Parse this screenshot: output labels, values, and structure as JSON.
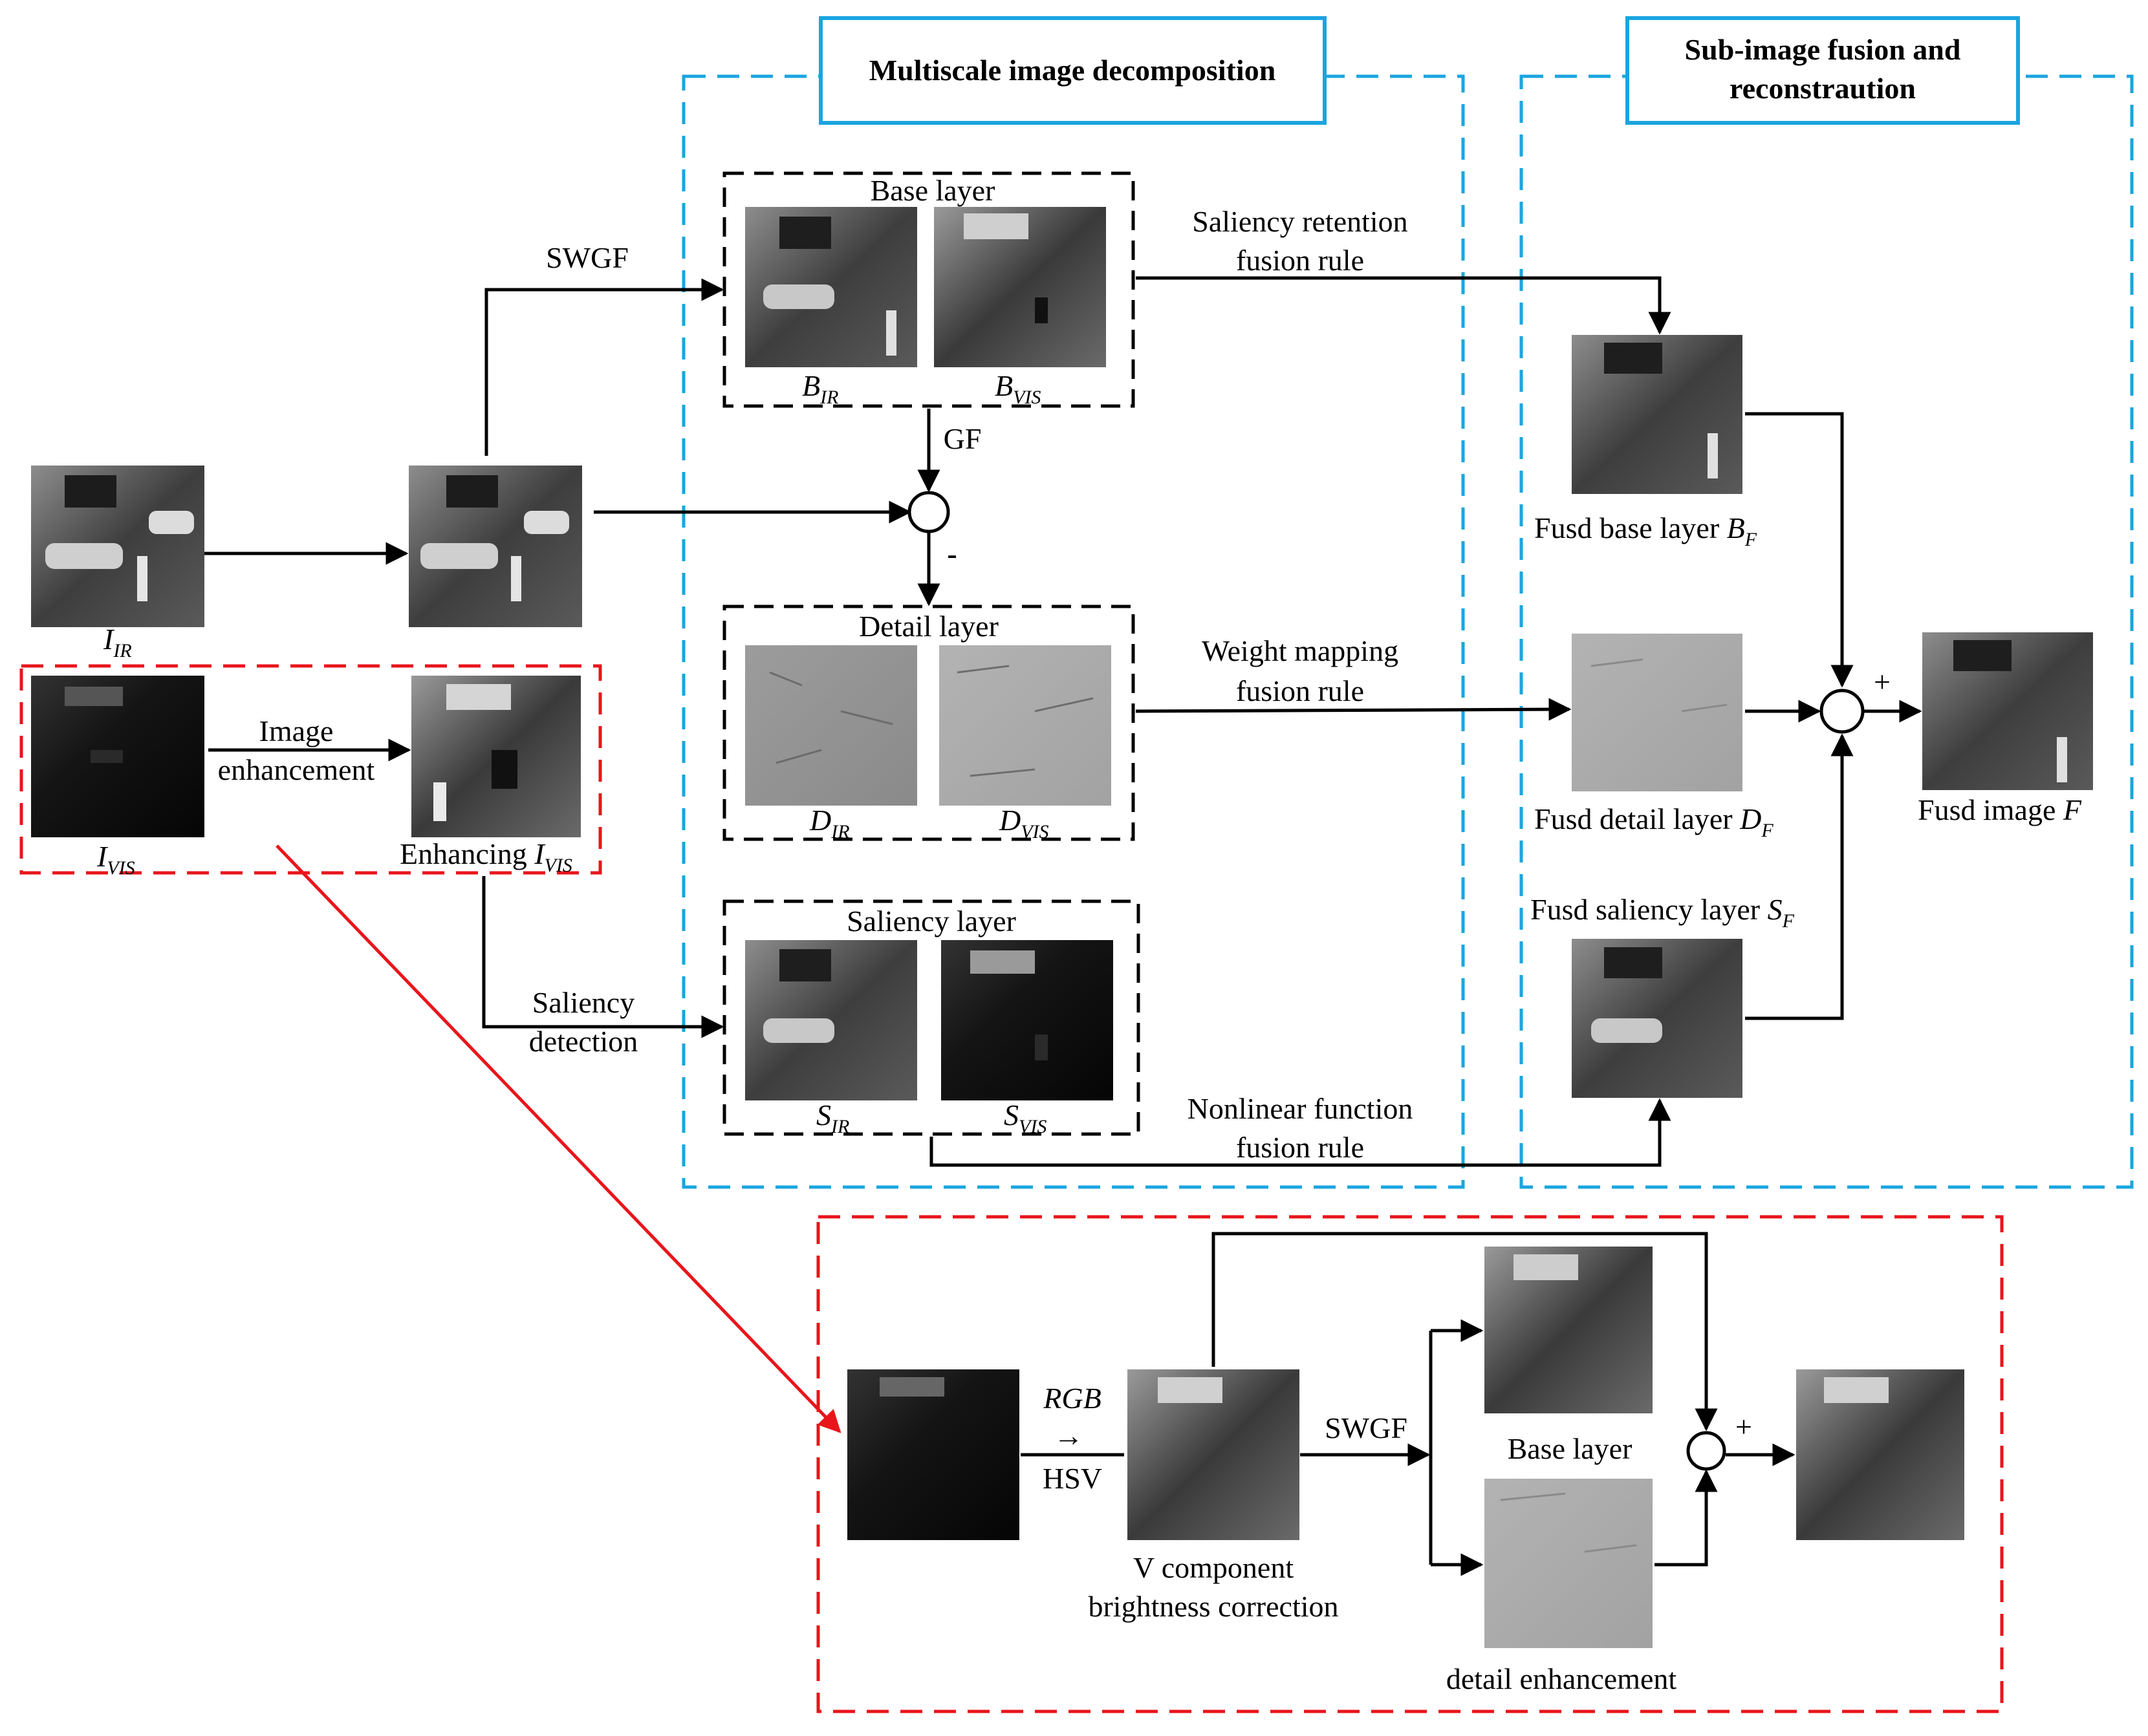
{
  "sections": {
    "decomposition_title": "Multiscale image decomposition",
    "fusion_title_line1": "Sub-image fusion and",
    "fusion_title_line2": "reconstraution"
  },
  "layers": {
    "base": "Base layer",
    "detail": "Detail layer",
    "saliency": "Saliency layer"
  },
  "sublabels": {
    "b_ir": {
      "main": "B",
      "sub": "IR"
    },
    "b_vis": {
      "main": "B",
      "sub": "VIS"
    },
    "d_ir": {
      "main": "D",
      "sub": "IR"
    },
    "d_vis": {
      "main": "D",
      "sub": "VIS"
    },
    "s_ir": {
      "main": "S",
      "sub": "IR"
    },
    "s_vis": {
      "main": "S",
      "sub": "VIS"
    }
  },
  "inputs": {
    "ir": {
      "main": "I",
      "sub": "IR"
    },
    "vis": {
      "main": "I",
      "sub": "VIS"
    },
    "enhancing_prefix": "Enhancing ",
    "enhancing_main": "I",
    "enhancing_sub": "VIS"
  },
  "operations": {
    "swgf": "SWGF",
    "gf": "GF",
    "minus": "-",
    "image_enh_1": "Image",
    "image_enh_2": "enhancement",
    "saliency_det_1": "Saliency",
    "saliency_det_2": "detection"
  },
  "rules": {
    "saliency_retention_1": "Saliency retention",
    "saliency_retention_2": "fusion rule",
    "weight_mapping_1": "Weight mapping",
    "weight_mapping_2": "fusion rule",
    "nonlinear_1": "Nonlinear function",
    "nonlinear_2": "fusion rule"
  },
  "fused": {
    "base_prefix": "Fusd base layer ",
    "base_main": "B",
    "base_sub": "F",
    "detail_prefix": "Fusd detail layer ",
    "detail_main": "D",
    "detail_sub": "F",
    "saliency_prefix": "Fusd saliency layer ",
    "saliency_main": "S",
    "saliency_sub": "F",
    "image_prefix": "Fusd image ",
    "image_main": "F",
    "plus": "+"
  },
  "enhancement_detail": {
    "rgb": "RGB",
    "arrow": "→",
    "hsv": "HSV",
    "swgf": "SWGF",
    "vcomp_1": "V component",
    "vcomp_2": "brightness correction",
    "base_layer": "Base layer",
    "detail_enh": "detail enhancement",
    "plus": "+"
  },
  "colors": {
    "blue_frame": "#1aa5e0",
    "red_frame": "#e8151b",
    "black": "#000000"
  }
}
